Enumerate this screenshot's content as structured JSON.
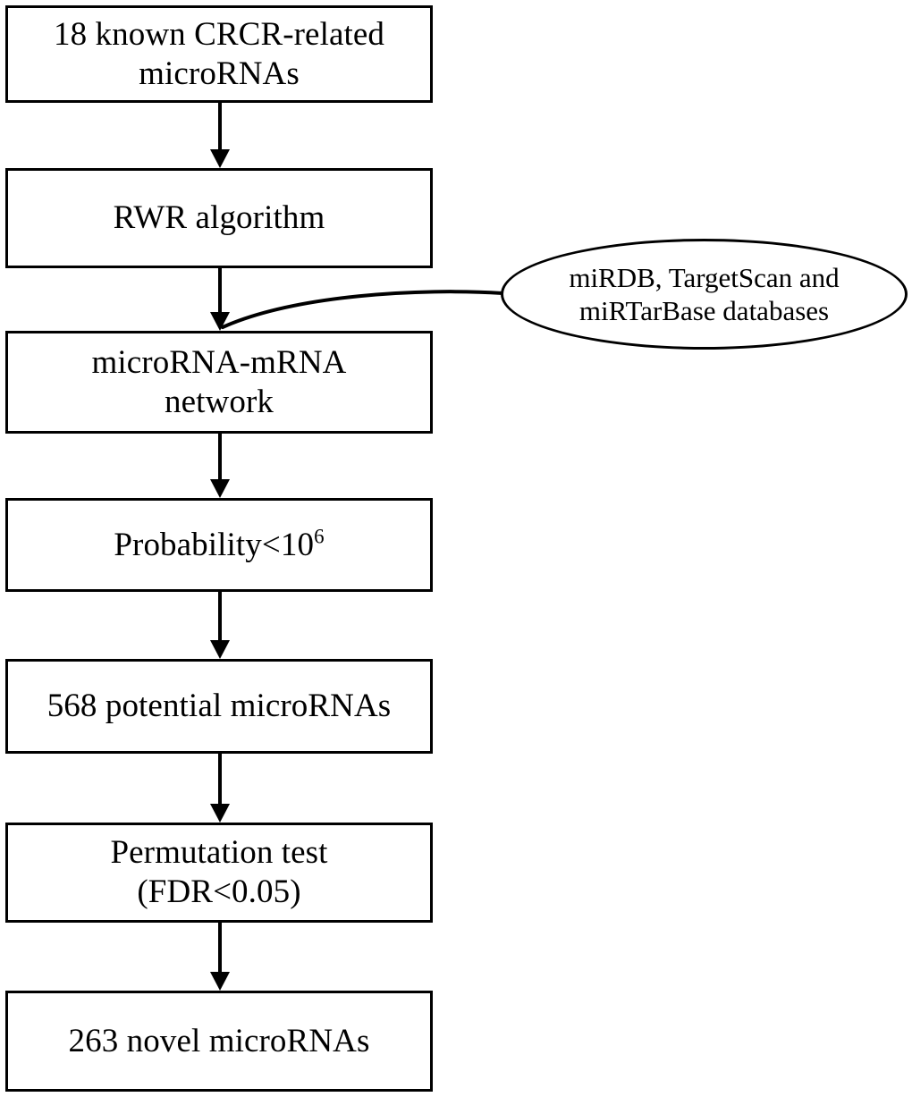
{
  "diagram": {
    "title": "microRNA prioritization pipeline flowchart",
    "type": "flowchart",
    "background_color": "#ffffff",
    "stroke_color": "#000000",
    "nodes": [
      {
        "id": "known-microrna-box",
        "shape": "rectangle",
        "label_line1": "18 known CRCR-related",
        "label_line2": "microRNAs"
      },
      {
        "id": "rwr-algorithm-box",
        "shape": "rectangle",
        "label_line1": "RWR algorithm",
        "label_line2": ""
      },
      {
        "id": "microrna-mrna-network-box",
        "shape": "rectangle",
        "label_line1": "microRNA-mRNA",
        "label_line2": "network"
      },
      {
        "id": "probability-box",
        "shape": "rectangle",
        "label_base": "Probability<10",
        "label_superscript": "6",
        "label_plain": "Probability<10⁶"
      },
      {
        "id": "potential-microrna-box",
        "shape": "rectangle",
        "label_line1": "568 potential microRNAs",
        "label_line2": ""
      },
      {
        "id": "permutation-test-box",
        "shape": "rectangle",
        "label_line1": "Permutation test",
        "label_line2": "(FDR<0.05)"
      },
      {
        "id": "novel-microrna-box",
        "shape": "rectangle",
        "label_line1": "263 novel microRNAs",
        "label_line2": ""
      },
      {
        "id": "databases-oval",
        "shape": "ellipse",
        "label_line1": "miRDB, TargetScan and",
        "label_line2": "miRTarBase databases"
      }
    ],
    "connectors": [
      {
        "id": "arrow-known-to-rwr",
        "from": "known-microrna-box",
        "to": "rwr-algorithm-box",
        "style": "straight-arrow"
      },
      {
        "id": "arrow-rwr-to-network",
        "from": "rwr-algorithm-box",
        "to": "microrna-mrna-network-box",
        "style": "straight-arrow"
      },
      {
        "id": "arrow-network-to-probability",
        "from": "microrna-mrna-network-box",
        "to": "probability-box",
        "style": "straight-arrow"
      },
      {
        "id": "arrow-probability-to-potential",
        "from": "probability-box",
        "to": "potential-microrna-box",
        "style": "straight-arrow"
      },
      {
        "id": "arrow-potential-to-permutation",
        "from": "potential-microrna-box",
        "to": "permutation-test-box",
        "style": "straight-arrow"
      },
      {
        "id": "arrow-permutation-to-novel",
        "from": "permutation-test-box",
        "to": "novel-microrna-box",
        "style": "straight-arrow"
      },
      {
        "id": "curve-databases-to-network",
        "from": "databases-oval",
        "to": "microrna-mrna-network-box",
        "style": "curved-line"
      }
    ]
  }
}
